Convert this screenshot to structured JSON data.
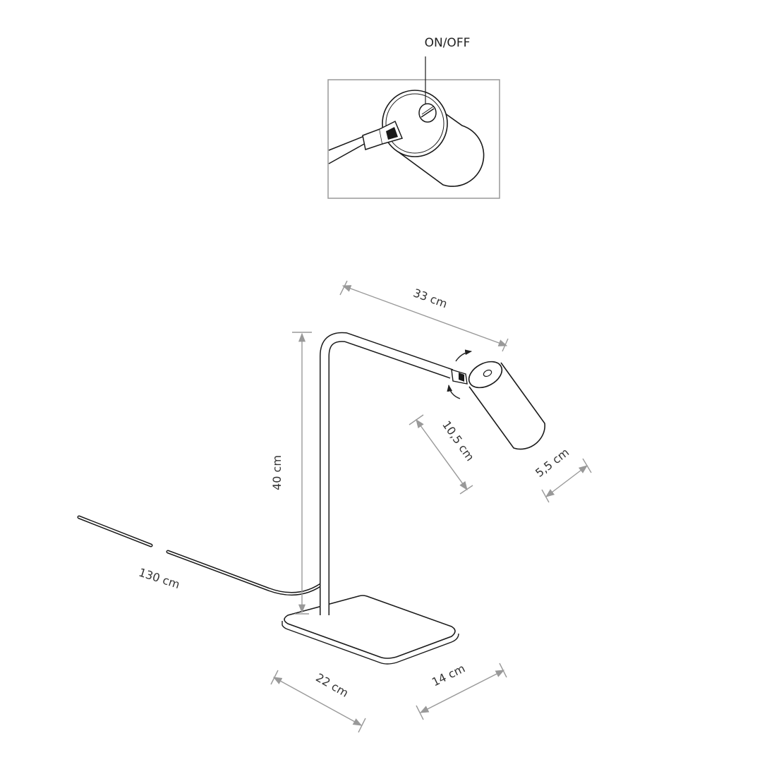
{
  "detail": {
    "switch_label": "ON/OFF"
  },
  "dimensions": {
    "arm_length": "33 cm",
    "height": "40 cm",
    "head_length": "10,5 cm",
    "head_diameter": "5,5 cm",
    "cable_length": "130 cm",
    "base_length": "22 cm",
    "base_width": "14 cm"
  },
  "colors": {
    "line": "#1a1a1a",
    "dimension": "#999999"
  }
}
